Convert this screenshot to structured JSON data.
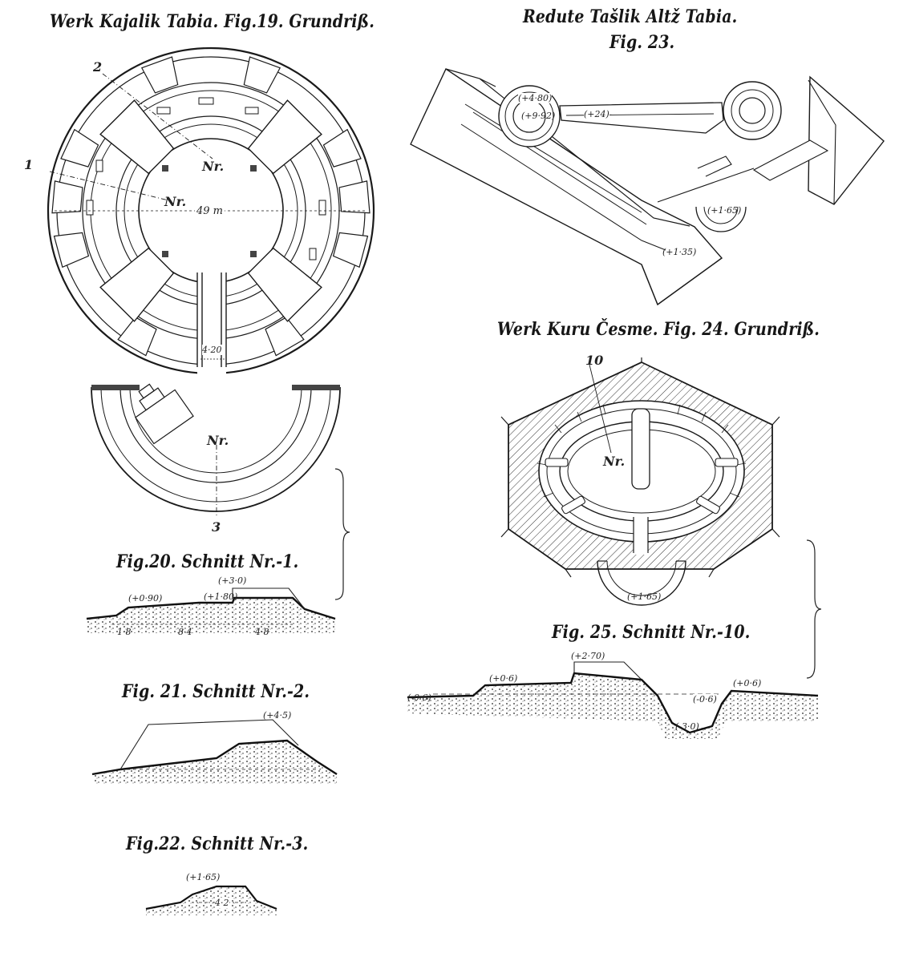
{
  "fig19": {
    "title": "Werk Kajalik Tabia. Fig.19. Grundriß.",
    "marker_1": "1",
    "marker_2": "2",
    "nr_upper": "Nr.",
    "nr_center": "Nr.",
    "diameter": "49 m",
    "gate_width": "4·20"
  },
  "fig19_detail": {
    "nr": "Nr.",
    "marker_3": "3"
  },
  "fig20": {
    "title": "Fig.20. Schnitt Nr.-1.",
    "elev_a": "(+0·90)",
    "elev_b": "(+1·80)",
    "elev_c": "(+3·0)",
    "dim_a": "1·8",
    "dim_b": "8·4",
    "dim_c": "4·8"
  },
  "fig21": {
    "title": "Fig. 21. Schnitt Nr.-2.",
    "elev": "(+4·5)"
  },
  "fig22": {
    "title": "Fig.22. Schnitt Nr.-3.",
    "elev": "(+1·65)",
    "dim": "4·2"
  },
  "fig23": {
    "title_line1": "Redute Tašlik Altž Tabia.",
    "title_line2": "Fig. 23.",
    "elev_a": "(+4·80)",
    "elev_b": "(+24)",
    "elev_c": "(+9·92)",
    "elev_d": "(+1·65)",
    "elev_e": "(+1·35)"
  },
  "fig24": {
    "title": "Werk Kuru Česme. Fig. 24. Grundriß.",
    "marker_10": "10",
    "nr": "Nr.",
    "elev": "(+1·65)"
  },
  "fig25": {
    "title": "Fig. 25. Schnitt Nr.-10.",
    "elev_a": "(+2·70)",
    "elev_b": "(+0·6)",
    "elev_c": "(-0·6)",
    "elev_d": "(-0·6)",
    "elev_e": "(+0·6)",
    "elev_f": "(-3·0)"
  }
}
